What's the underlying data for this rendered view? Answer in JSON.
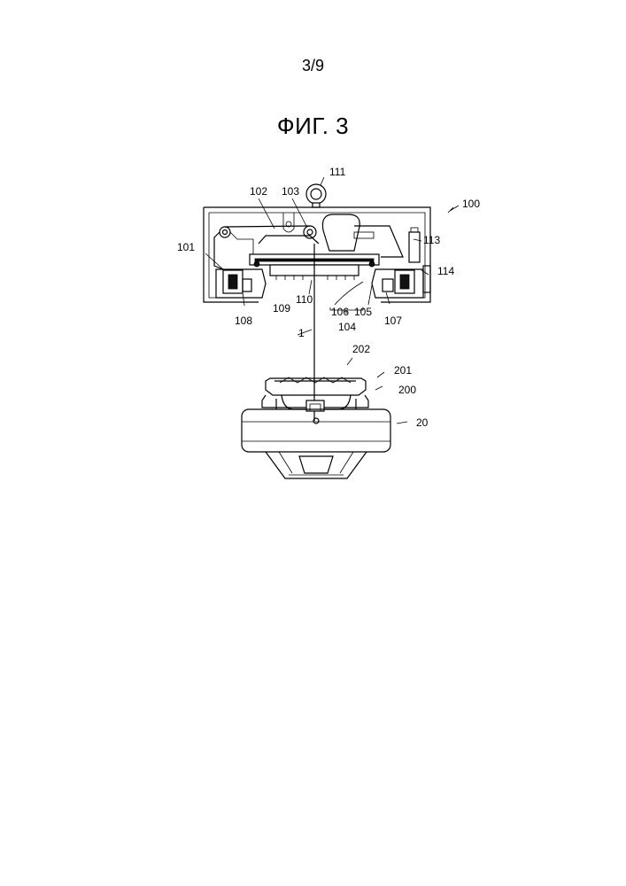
{
  "page": {
    "number": "3/9"
  },
  "figure": {
    "title": "ФИГ. 3",
    "labels": {
      "l111": "111",
      "l100": "100",
      "l102": "102",
      "l103": "103",
      "l113": "113",
      "l101": "101",
      "l114": "114",
      "l110": "110",
      "l109": "109",
      "l106": "106",
      "l105": "105",
      "l104": "104",
      "l108": "108",
      "l107": "107",
      "l1": "1",
      "l202": "202",
      "l201": "201",
      "l200": "200",
      "l20": "20"
    }
  }
}
